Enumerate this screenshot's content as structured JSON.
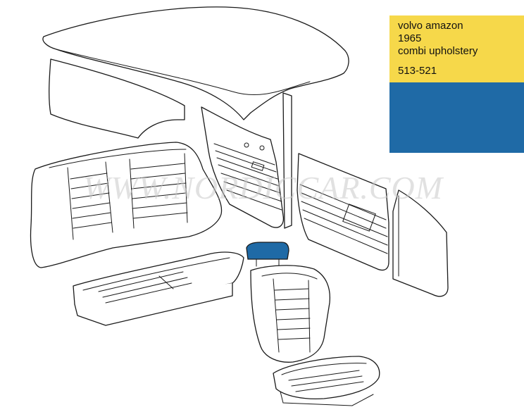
{
  "info_card": {
    "make_model": "volvo amazon",
    "year": "1965",
    "description": "combi upholstery",
    "part_range": "513-521",
    "top_color": "#f6d84a",
    "bottom_color": "#1f6aa6"
  },
  "watermark": "WWW.NORDICCAR.COM",
  "highlight_color": "#1f6aa6",
  "parts": [
    "headliner",
    "rear-side-panel",
    "front-door-panel",
    "rear-door-panel",
    "cargo-side-panel",
    "rear-seat-backrest",
    "rear-seat-cushion",
    "headrest",
    "front-seat-backrest",
    "front-seat-cushion"
  ]
}
